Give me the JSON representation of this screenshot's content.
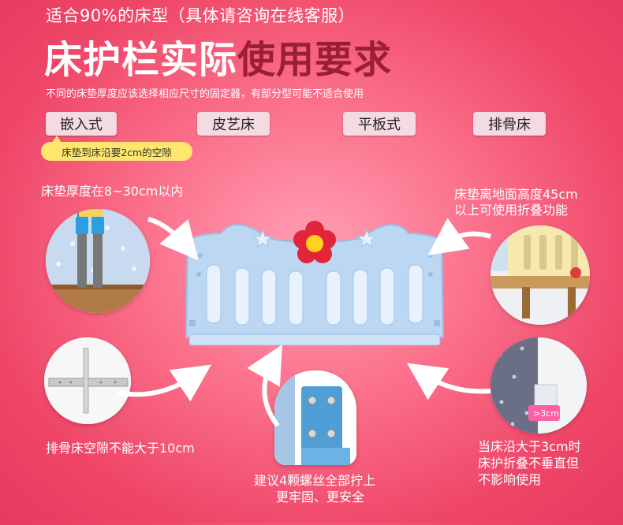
{
  "header": {
    "subtitle": "适合90%的床型（具体请咨询在线客服）",
    "title_white": "床护栏实际",
    "title_red": "使用要求",
    "description": "不同的床垫厚度应该选择相应尺寸的固定器，有部分型可能不适合使用"
  },
  "bed_types": [
    {
      "label": "嵌入式"
    },
    {
      "label": "皮艺床"
    },
    {
      "label": "平板式"
    },
    {
      "label": "排骨床"
    }
  ],
  "note": "床垫到床沿要2cm的空隙",
  "annotations": {
    "top_left": "床垫厚度在8~30cm以内",
    "top_right_line1": "床垫离地面高度45cm",
    "top_right_line2": "以上可使用折叠功能",
    "bottom_left": "排骨床空隙不能大于10cm",
    "bottom_center_line1": "建议4颗螺丝全部拧上",
    "bottom_center_line2": "更牢固、更安全",
    "bottom_right_line1": "当床沿大于3cm时",
    "bottom_right_line2": "床护折叠不垂直但",
    "bottom_right_line3": "不影响使用",
    "gap_badge": ">3cm"
  },
  "colors": {
    "background": "#f0506f",
    "title_red": "#9a1f36",
    "tag_background": "#f4dbe2",
    "note_background": "#ffe66d",
    "rail_blue": "#bcd7f2",
    "flower_red": "#e2253a",
    "flower_center": "#ffd21c"
  }
}
